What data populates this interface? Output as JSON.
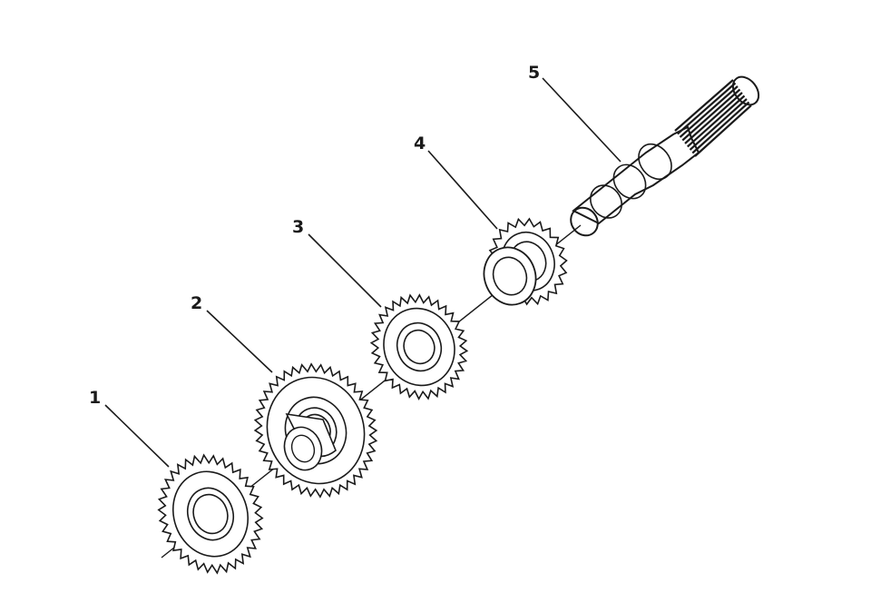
{
  "diagram": {
    "kind": "exploded-view",
    "line_color": "#1a1a1a",
    "background_color": "#ffffff",
    "callouts": [
      {
        "id": "gear-1",
        "label": "1"
      },
      {
        "id": "gear-2",
        "label": "2"
      },
      {
        "id": "gear-3",
        "label": "3"
      },
      {
        "id": "gear-4",
        "label": "4"
      },
      {
        "id": "shaft-5",
        "label": "5"
      }
    ]
  }
}
